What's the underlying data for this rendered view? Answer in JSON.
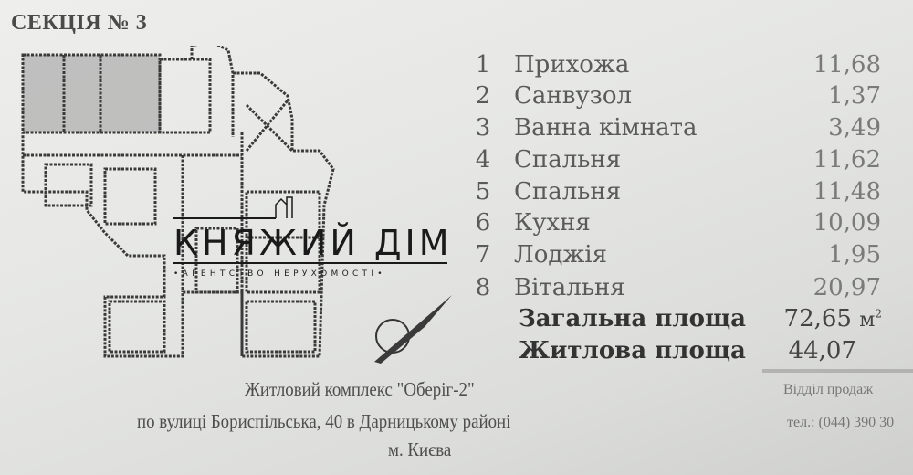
{
  "section_title": "СЕКЦІЯ № 3",
  "rooms": [
    {
      "num": "1",
      "name": "Прихожа",
      "area": "11,68"
    },
    {
      "num": "2",
      "name": "Санвузол",
      "area": "1,37"
    },
    {
      "num": "3",
      "name": "Ванна кімната",
      "area": "3,49"
    },
    {
      "num": "4",
      "name": "Спальня",
      "area": "11,62"
    },
    {
      "num": "5",
      "name": "Спальня",
      "area": "11,48"
    },
    {
      "num": "6",
      "name": "Кухня",
      "area": "10,09"
    },
    {
      "num": "7",
      "name": "Лоджія",
      "area": "1,95"
    },
    {
      "num": "8",
      "name": "Вітальня",
      "area": "20,97"
    }
  ],
  "totals": {
    "total_label": "Загальна площа",
    "total_value": "72,65",
    "total_unit": "м",
    "total_unit_sup": "2",
    "living_label": "Житлова площа",
    "living_value": "44,07"
  },
  "footer": {
    "line1": "Житловий комплекс \"Оберіг-2\"",
    "line2": "по вулиці Бориспільська, 40 в Дарницькому районі",
    "line3": "м. Києва",
    "sales_dept": "Відділ продаж",
    "phone": "тел.: (044) 390 30"
  },
  "watermark": {
    "name": "КНЯЖИЙ ДІМ",
    "tagline": "•АГЕНТСТВО НЕРУХОМОСТІ•"
  },
  "icons": {
    "logo": "building-icon",
    "compass": "north-arrow-icon"
  }
}
